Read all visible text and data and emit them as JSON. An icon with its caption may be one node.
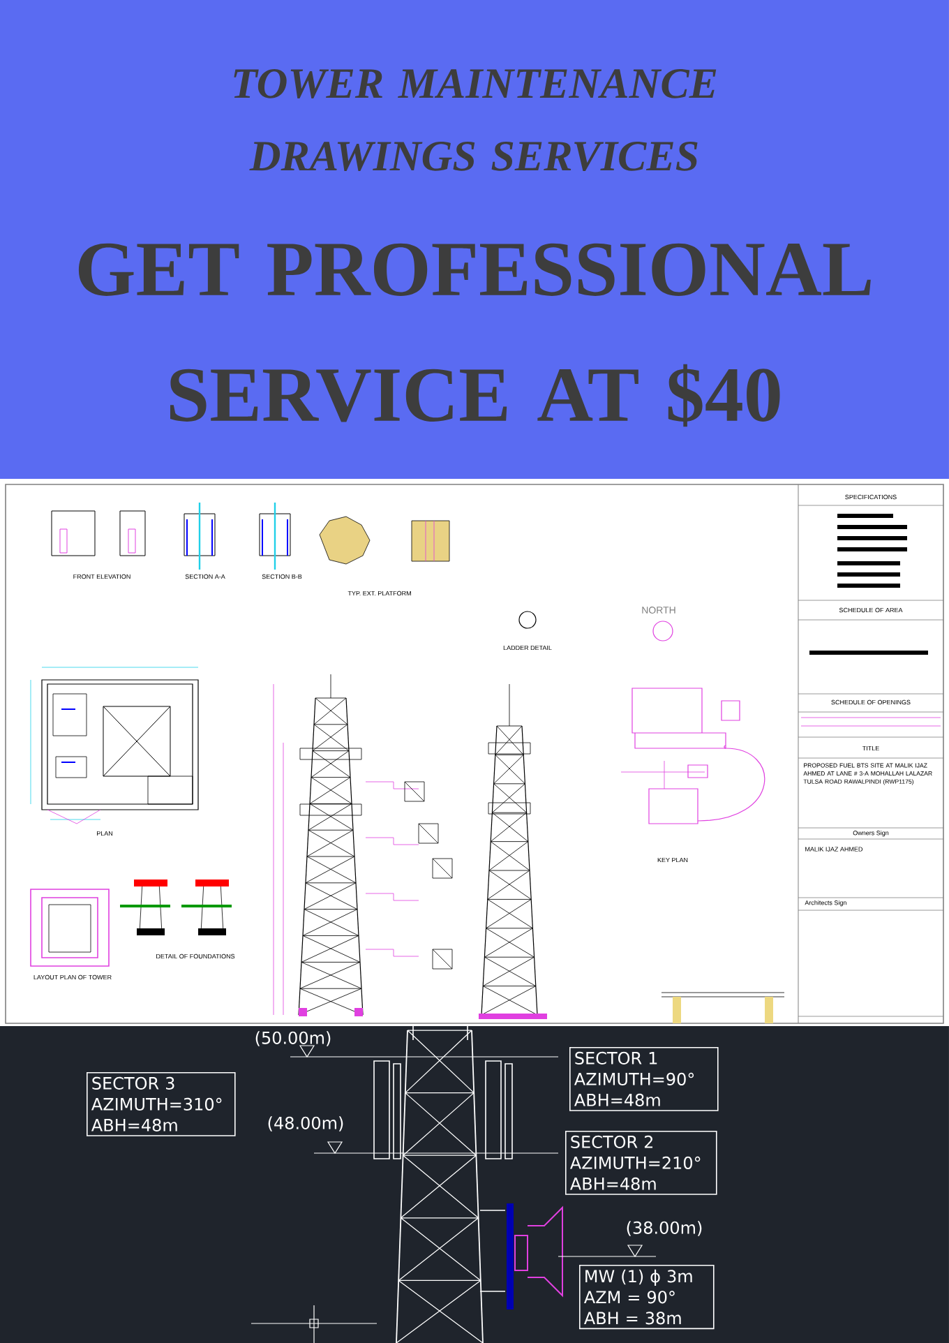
{
  "diagram": {
    "title": "TOWER MAINTENANCE DRAWINGS SERVICES",
    "nodes": [
      {
        "text": [
          "SECTOR 3 AZIMUTH=310° ABH=48m"
        ]
      },
      {
        "text": [
          "SECTOR 1 AZIMUTH=90° ABH=48m"
        ]
      },
      {
        "text": [
          "SECTOR 2 AZIMUTH=210° ABH=48m"
        ]
      },
      {
        "text": [
          "MW (1) ϕ 3m AZM = 90° ABH = 38m"
        ]
      }
    ],
    "labels": [
      "GET PROFESSIONAL SERVICE AT $40",
      "FRONT ELEVATION",
      "SECTION A-A",
      "SECTION B-B",
      "TYP. EXT. PLATFORM",
      "NORTH",
      "LADDER DETAIL",
      "PLAN",
      "KEY PLAN",
      "LAYOUT PLAN OF TOWER",
      "DETAIL OF FOUNDATIONS",
      "SPECIFICATIONS",
      "SCHEDULE OF AREA",
      "SCHEDULE OF OPENINGS",
      "TITLE",
      "PROPOSED FUEL BTS SITE AT MALIK IJAZ AHMED AT LANE # 3-A MOHALLAH LALAZAR TULSA ROAD RAWALPINDI (RWP1175)",
      "Owners Sign",
      "MALIK IJAZ AHMED",
      "Architects Sign",
      "(50.00m)",
      "(48.00m)",
      "(38.00m)"
    ]
  }
}
